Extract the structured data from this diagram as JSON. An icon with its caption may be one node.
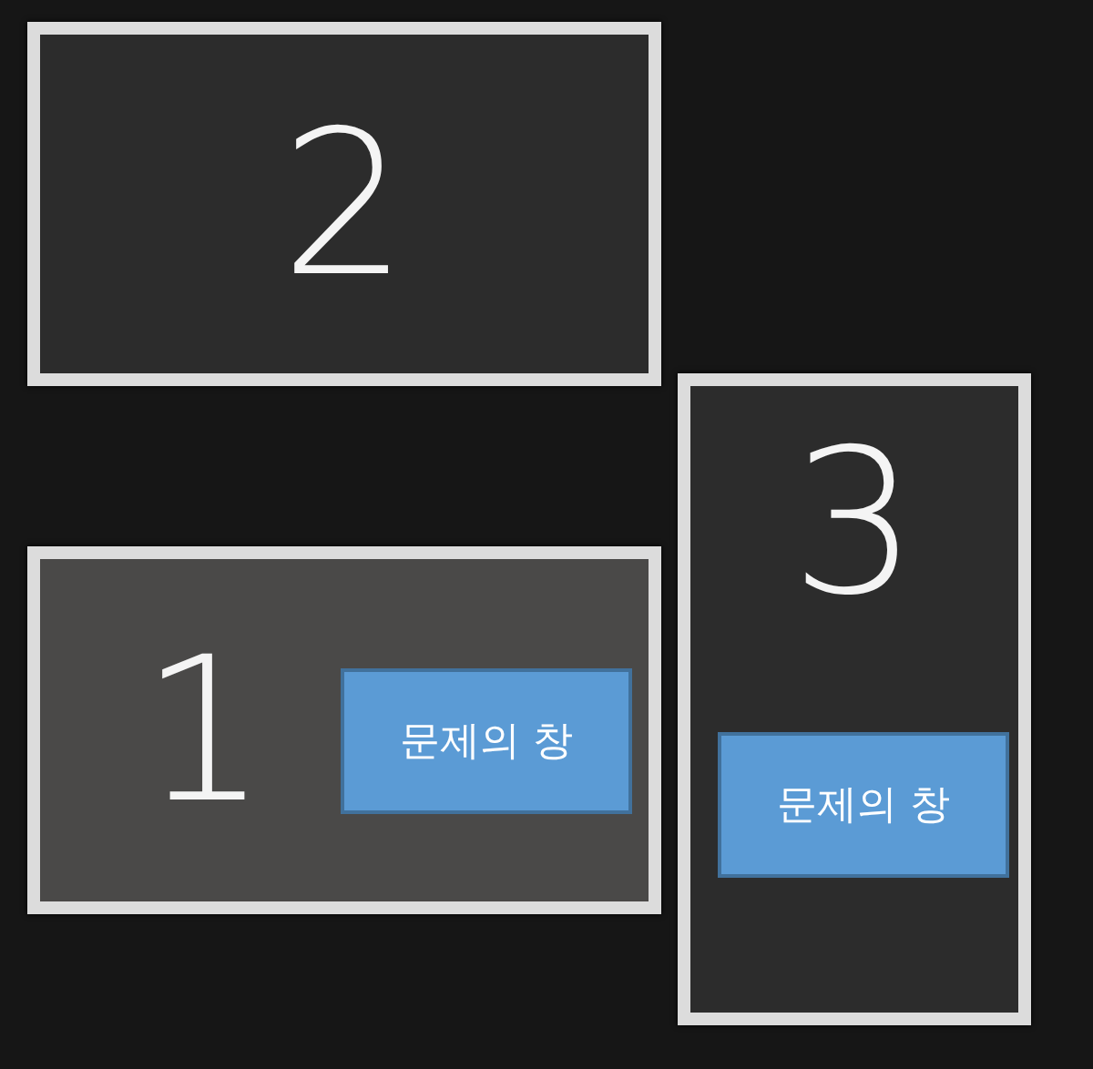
{
  "diagram": {
    "nodes": [
      {
        "text": [
          "2"
        ]
      },
      {
        "text": [
          "1"
        ]
      },
      {
        "text": [
          "문제의 창"
        ],
        "in": 1
      },
      {
        "text": [
          "3"
        ]
      },
      {
        "text": [
          "문제의 창"
        ],
        "in": 3
      }
    ]
  }
}
